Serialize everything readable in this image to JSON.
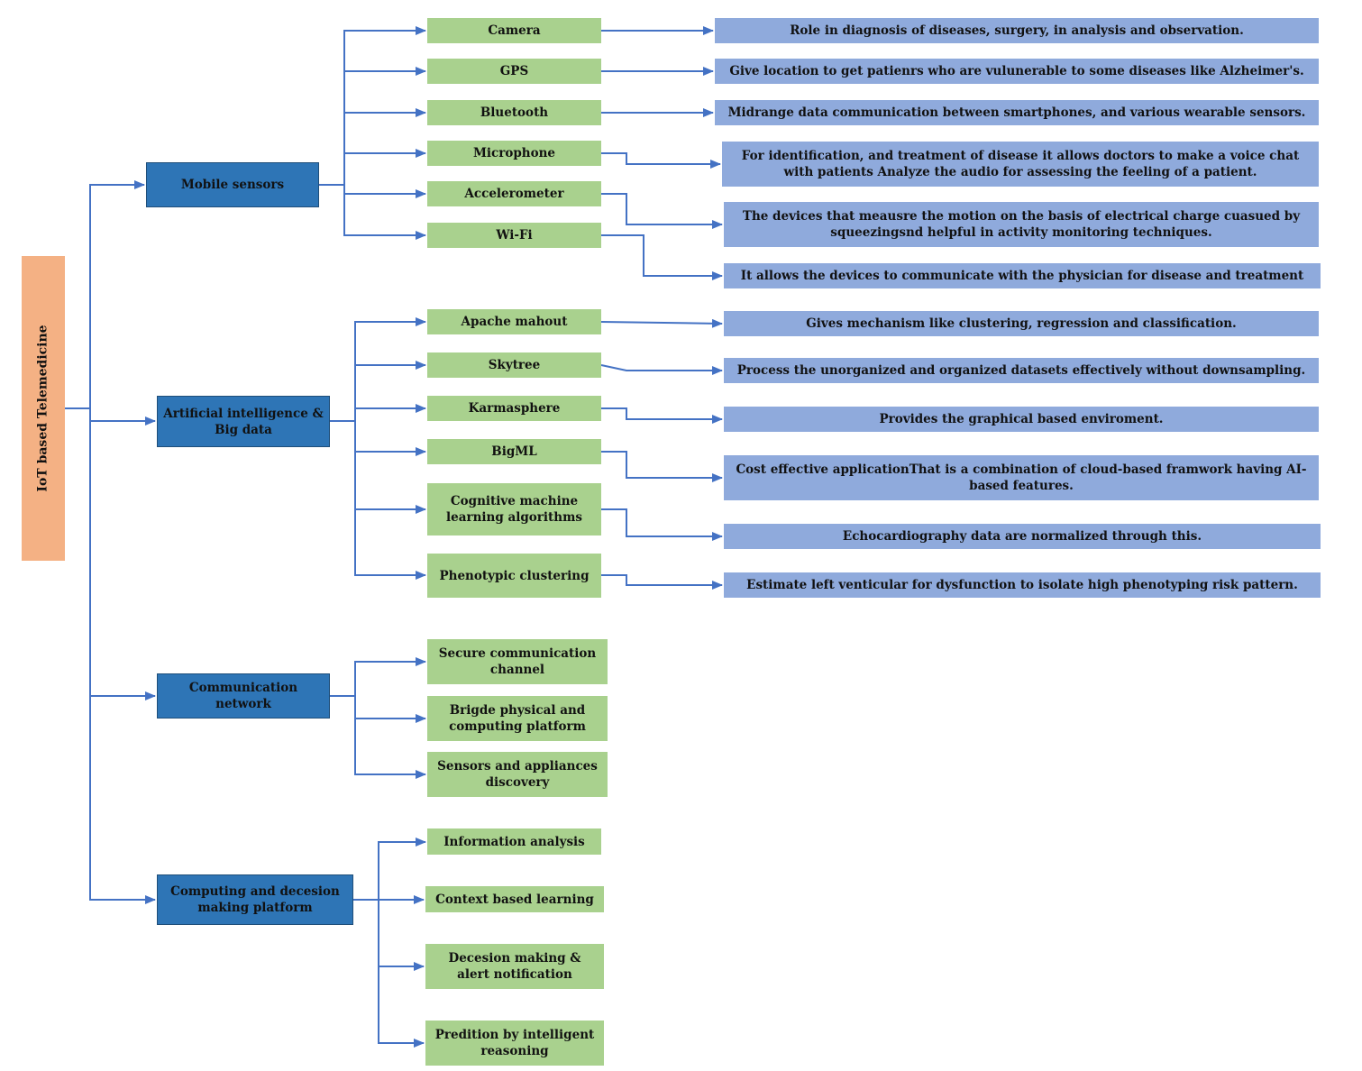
{
  "root": {
    "label": "IoT based Telemedicine"
  },
  "categories": [
    {
      "label": "Mobile sensors",
      "items": [
        {
          "label": "Camera",
          "desc": "Role in diagnosis of diseases, surgery, in analysis and observation."
        },
        {
          "label": "GPS",
          "desc": "Give location to get patienrs who are vulunerable to some diseases like Alzheimer's."
        },
        {
          "label": "Bluetooth",
          "desc": "Midrange data communication between smartphones, and various wearable sensors."
        },
        {
          "label": "Microphone",
          "desc": "For identification, and treatment of disease it allows doctors to make a voice chat with patients Analyze the audio for assessing the feeling of a patient."
        },
        {
          "label": "Accelerometer",
          "desc": "The devices that meausre the motion on the basis of electrical charge cuasued by squeezingsnd helpful in activity monitoring techniques."
        },
        {
          "label": "Wi-Fi",
          "desc": "It allows the devices to communicate with the physician for disease and treatment"
        }
      ]
    },
    {
      "label": "Artificial intelligence & Big data",
      "items": [
        {
          "label": "Apache mahout",
          "desc": "Gives mechanism like clustering, regression and classification."
        },
        {
          "label": "Skytree",
          "desc": "Process the unorganized and organized datasets effectively without downsampling."
        },
        {
          "label": "Karmasphere",
          "desc": "Provides the graphical based enviroment."
        },
        {
          "label": "BigML",
          "desc": "Cost effective applicationThat is a combination of cloud-based framwork having AI-based features."
        },
        {
          "label": "Cognitive machine learning algorithms",
          "desc": "Echocardiography data are normalized through this."
        },
        {
          "label": "Phenotypic clustering",
          "desc": "Estimate left venticular for dysfunction to isolate high phenotyping risk pattern."
        }
      ]
    },
    {
      "label": "Communication network",
      "items": [
        {
          "label": "Secure communication channel"
        },
        {
          "label": "Brigde physical and computing platform"
        },
        {
          "label": "Sensors and appliances discovery"
        }
      ]
    },
    {
      "label": "Computing and decesion making platform",
      "items": [
        {
          "label": "Information analysis"
        },
        {
          "label": "Context based learning"
        },
        {
          "label": "Decesion making & alert notification"
        },
        {
          "label": "Predition by intelligent reasoning"
        }
      ]
    }
  ],
  "colors": {
    "root": "#f4b184",
    "category": "#2e75b6",
    "item": "#a9d18e",
    "description": "#8faadc",
    "connector": "#4472c4"
  }
}
